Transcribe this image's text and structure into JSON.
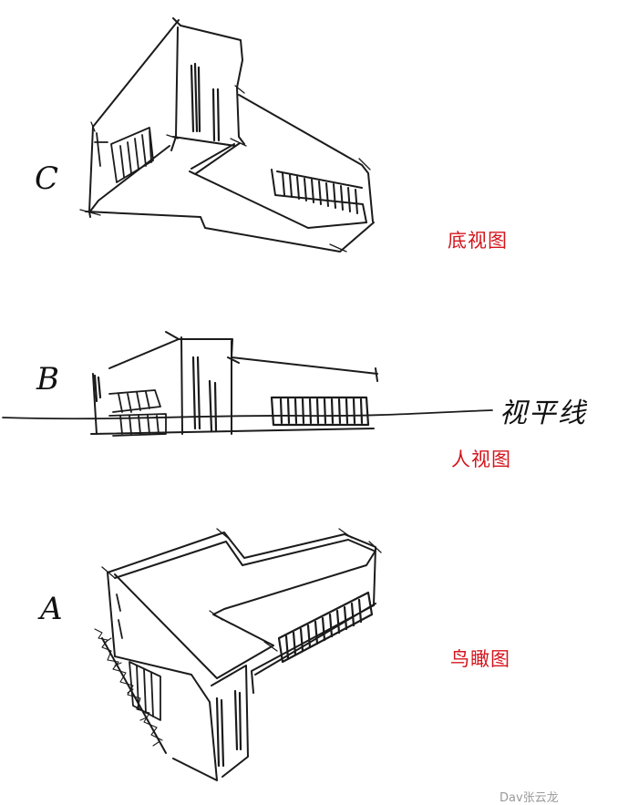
{
  "views": [
    {
      "letter": "C",
      "caption": "底视图"
    },
    {
      "letter": "B",
      "caption": "人视图"
    },
    {
      "letter": "A",
      "caption": "鸟瞰图"
    }
  ],
  "horizon_label": "视平线",
  "watermark": "Dav张云龙",
  "colors": {
    "caption": "#d4141c",
    "ink": "#1b1b1b",
    "watermark": "#9a9a9a"
  }
}
